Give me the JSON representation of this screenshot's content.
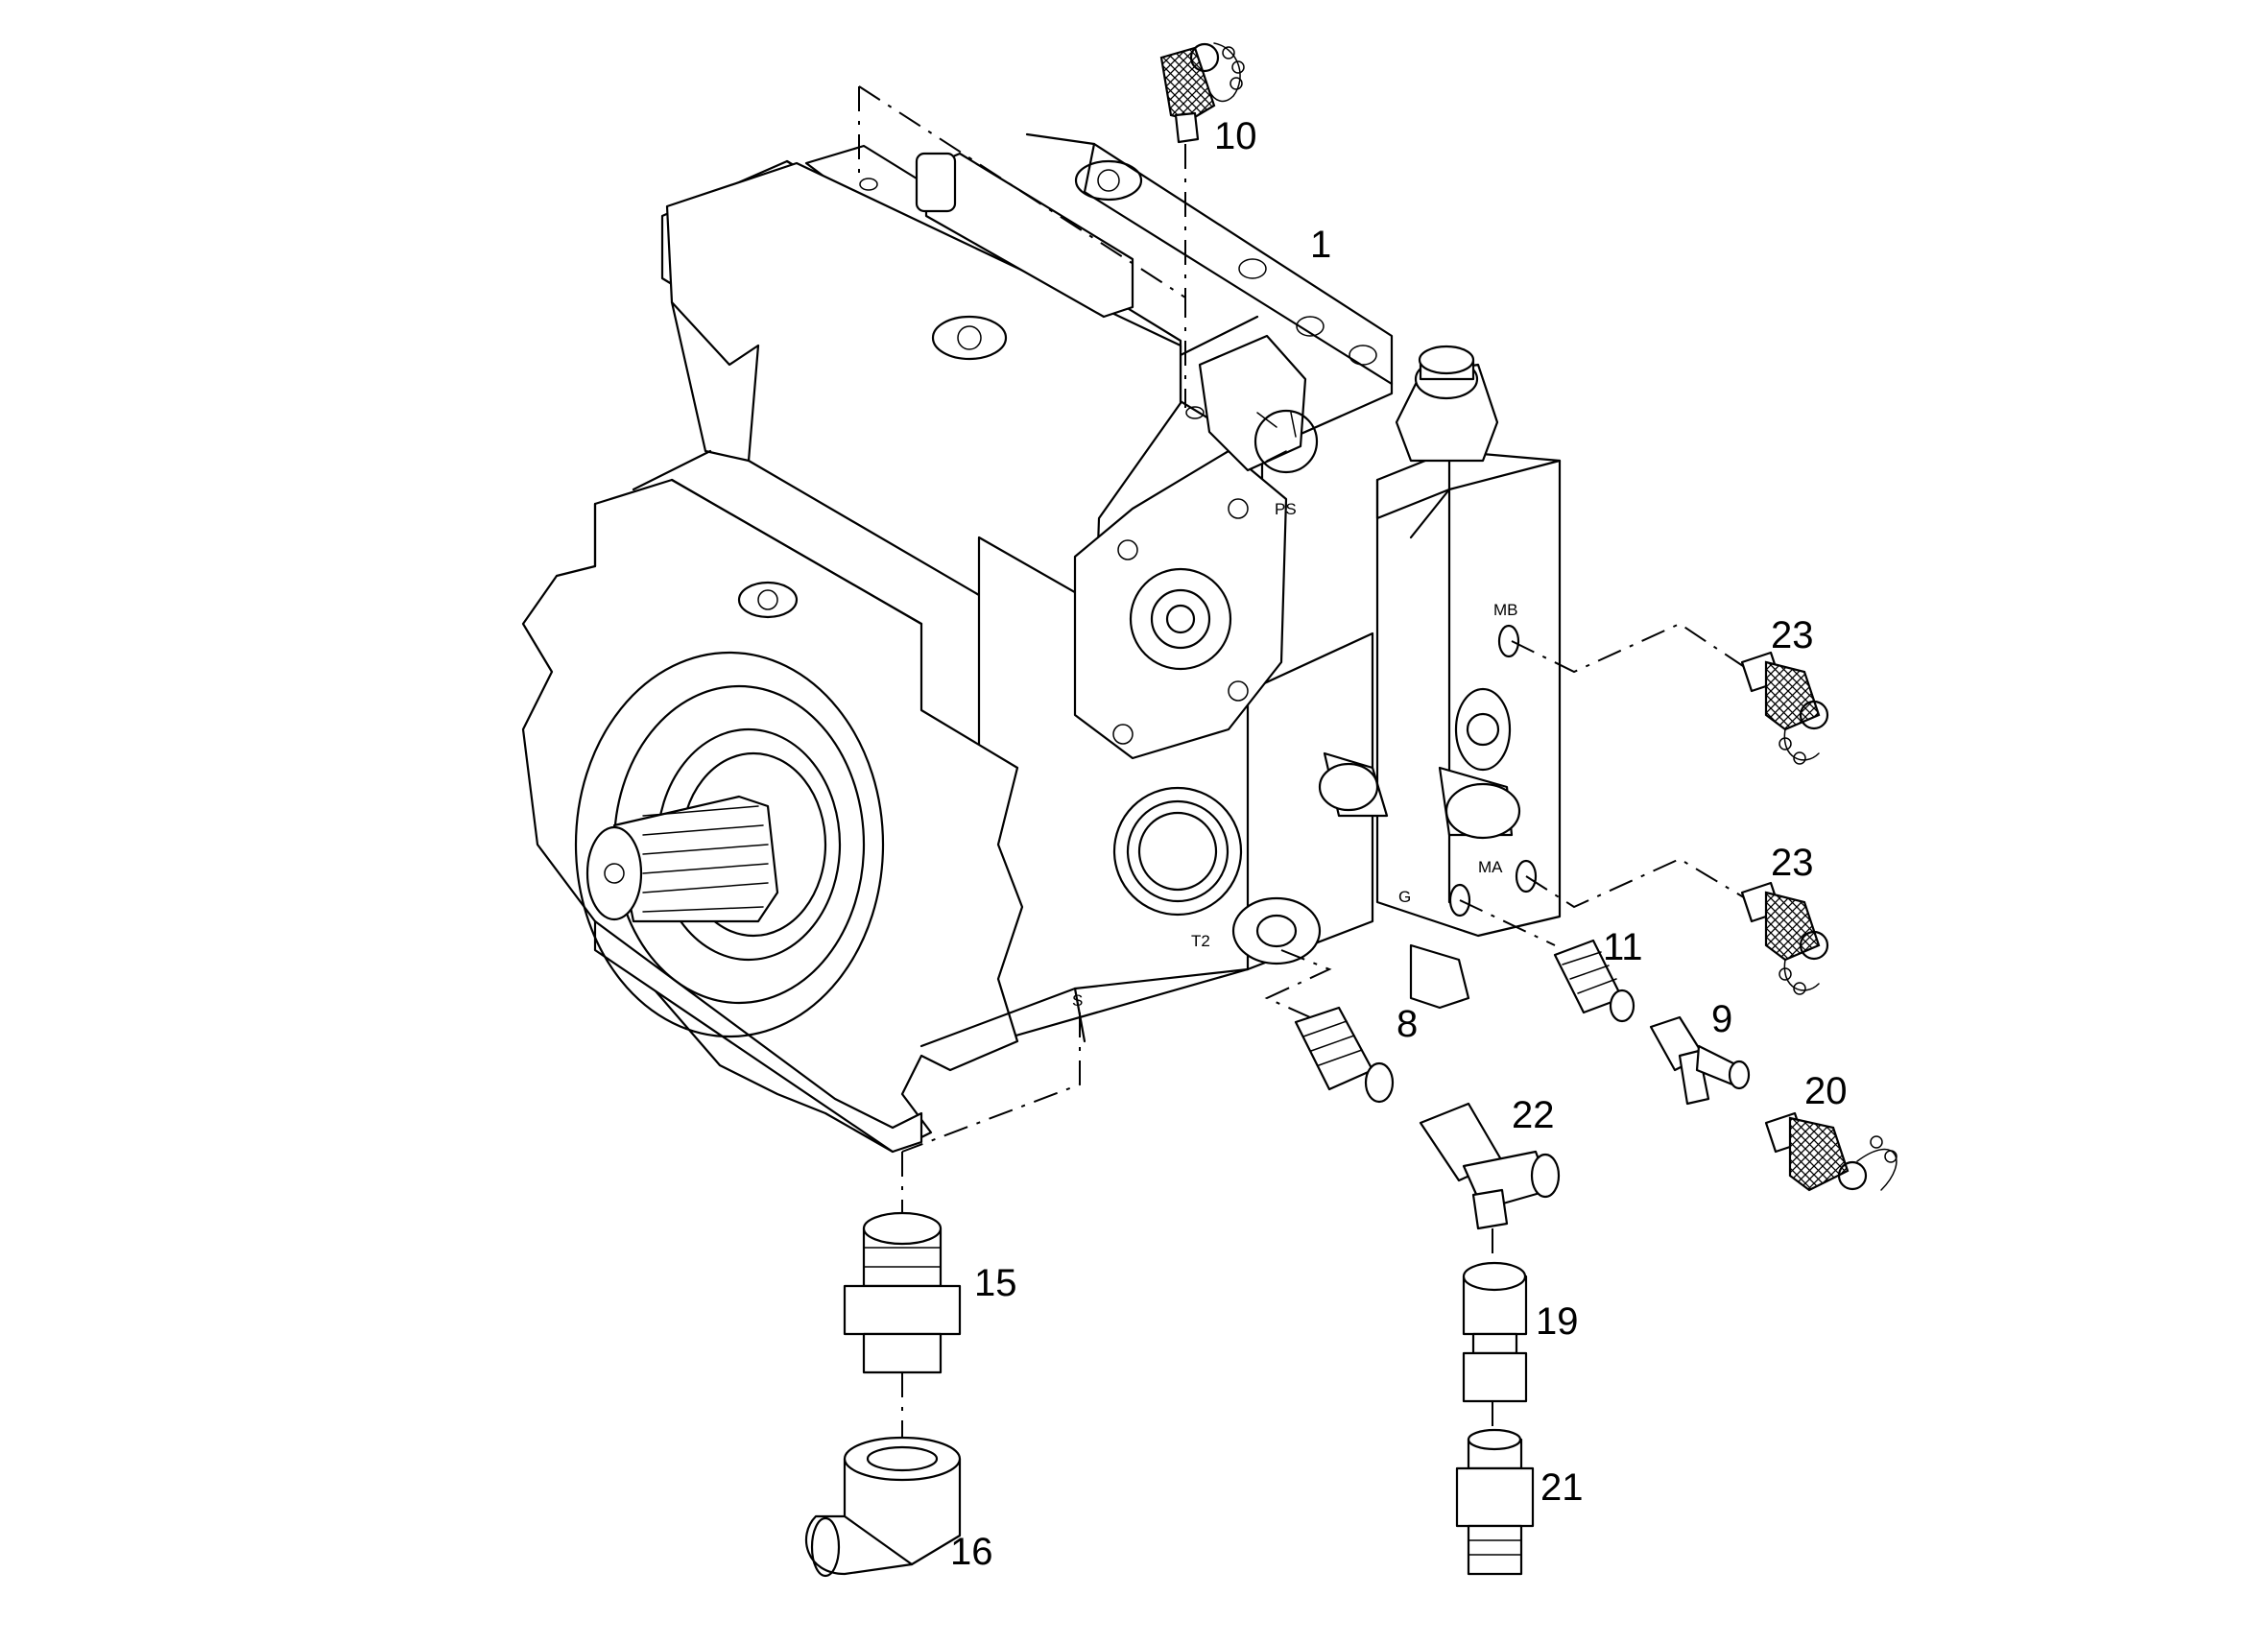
{
  "callouts": {
    "c1": "1",
    "c8": "8",
    "c9": "9",
    "c10": "10",
    "c11": "11",
    "c15": "15",
    "c16": "16",
    "c19": "19",
    "c20": "20",
    "c21": "21",
    "c22": "22",
    "c23a": "23",
    "c23b": "23"
  },
  "ports": {
    "ps": "PS",
    "mb": "MB",
    "ma": "MA",
    "g": "G",
    "t2": "T2",
    "s": "S"
  }
}
